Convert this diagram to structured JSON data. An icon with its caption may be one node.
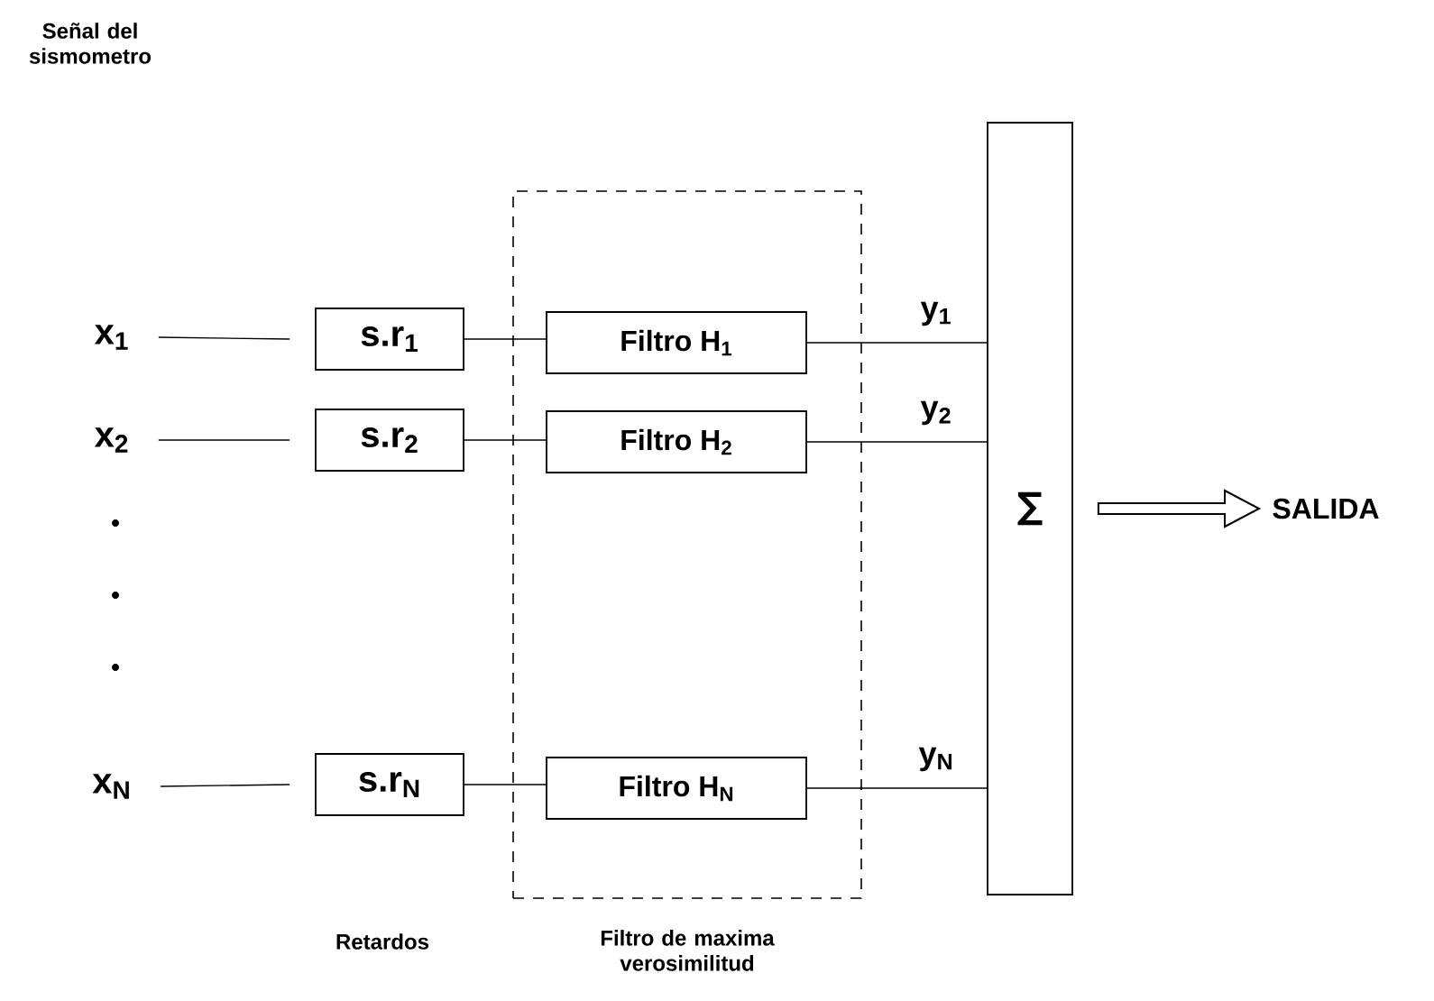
{
  "diagram": {
    "nodes": [
      {
        "text": [
          "x$_{1}$"
        ]
      },
      {
        "text": [
          "x$_{2}$"
        ]
      },
      {
        "text": [
          "x$_{N}$"
        ]
      },
      {
        "text": [
          "s.r$_{1}$"
        ]
      },
      {
        "text": [
          "s.r$_{2}$"
        ]
      },
      {
        "text": [
          "s.r$_{N}$"
        ]
      },
      {
        "text": [
          "Filtro de maxima verosimilitud"
        ]
      },
      {
        "text": [
          "Filtro H$_{1}$"
        ],
        "in": 6
      },
      {
        "text": [
          "Filtro H$_{2}$"
        ],
        "in": 6
      },
      {
        "text": [
          "Filtro H$_{N}$"
        ],
        "in": 6
      },
      {
        "text": [
          "∑"
        ]
      },
      {
        "text": [
          "SALIDA"
        ]
      }
    ],
    "edges": [
      {
        "from": 0,
        "to": 3,
        "arrow": "none"
      },
      {
        "from": 1,
        "to": 4,
        "arrow": "none"
      },
      {
        "from": 2,
        "to": 5,
        "arrow": "none"
      },
      {
        "from": 3,
        "to": 7,
        "arrow": "none"
      },
      {
        "from": 4,
        "to": 8,
        "arrow": "none"
      },
      {
        "from": 5,
        "to": 9,
        "arrow": "none"
      },
      {
        "from": 7,
        "to": 10,
        "arrow": "none",
        "label": "y$_{1}$"
      },
      {
        "from": 8,
        "to": 10,
        "arrow": "none",
        "label": "y$_{2}$"
      },
      {
        "from": 9,
        "to": 10,
        "arrow": "none",
        "label": "y$_{N}$"
      },
      {
        "from": 10,
        "to": 11,
        "arrow": "to",
        "style": "thick"
      }
    ],
    "labels": [
      "Señal del sismometro",
      "Retardos"
    ]
  }
}
